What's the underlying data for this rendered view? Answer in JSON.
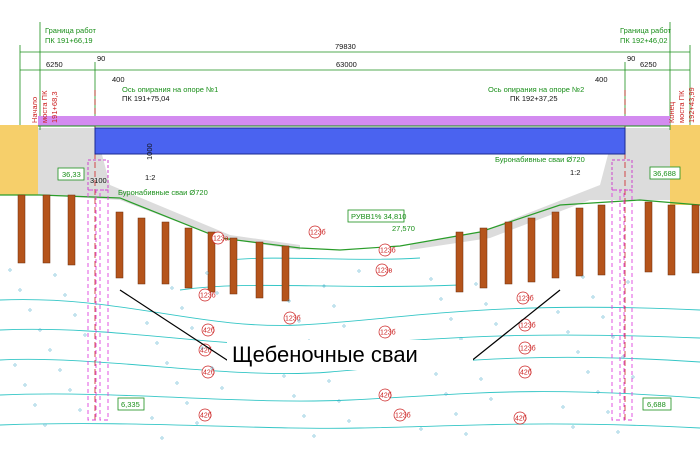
{
  "labels": {
    "left_boundary": [
      "Граница работ",
      "ПК 191+66,19"
    ],
    "right_boundary": [
      "Граница работ",
      "ПК 192+46,02"
    ],
    "bridge_start": [
      "Начало",
      "моста ПК",
      "191+68,3"
    ],
    "bridge_end": [
      "Конец",
      "моста ПК",
      "192+43,99"
    ],
    "axis_support_1": [
      "Ось опирания на опоре №1",
      "ПК 191+75,04"
    ],
    "axis_support_2": [
      "Ось опирания на опоре №2",
      "ПК 192+37,25"
    ],
    "bored_piles_left": "Буронабивные сваи Ø720",
    "bored_piles_right": "Буронабивные сваи Ø720",
    "water_level": "РУВВ1% 34,810",
    "ground_level": "27,570",
    "left_top_elev": "36,33",
    "right_top_elev": "36,688",
    "left_bottom_elev": "6,335",
    "right_bottom_elev": "6,688",
    "slope_left": "1:2",
    "slope_right": "1:2",
    "height_1000": "1000",
    "dim_3100": "3100",
    "main_caption": "Щебеночные сваи"
  },
  "dimensions": {
    "overall": "79830",
    "span": "63000",
    "left_approach": "6250",
    "right_approach": "6250",
    "left_bearing": "90",
    "right_bearing": "90",
    "left_offset": "400",
    "right_offset": "400"
  },
  "soil_layers": [
    "123б",
    "123в",
    "123а",
    "42б",
    "2б",
    "123б"
  ],
  "colors": {
    "deck": "#4a63f0",
    "surfacing": "#d38bf0",
    "embankment": "#f6cf6a",
    "fill_slope": "#d9d9d9",
    "piles": "#b5541b",
    "contours": "#35c6c6",
    "cad_text": "#1a8f1a"
  }
}
